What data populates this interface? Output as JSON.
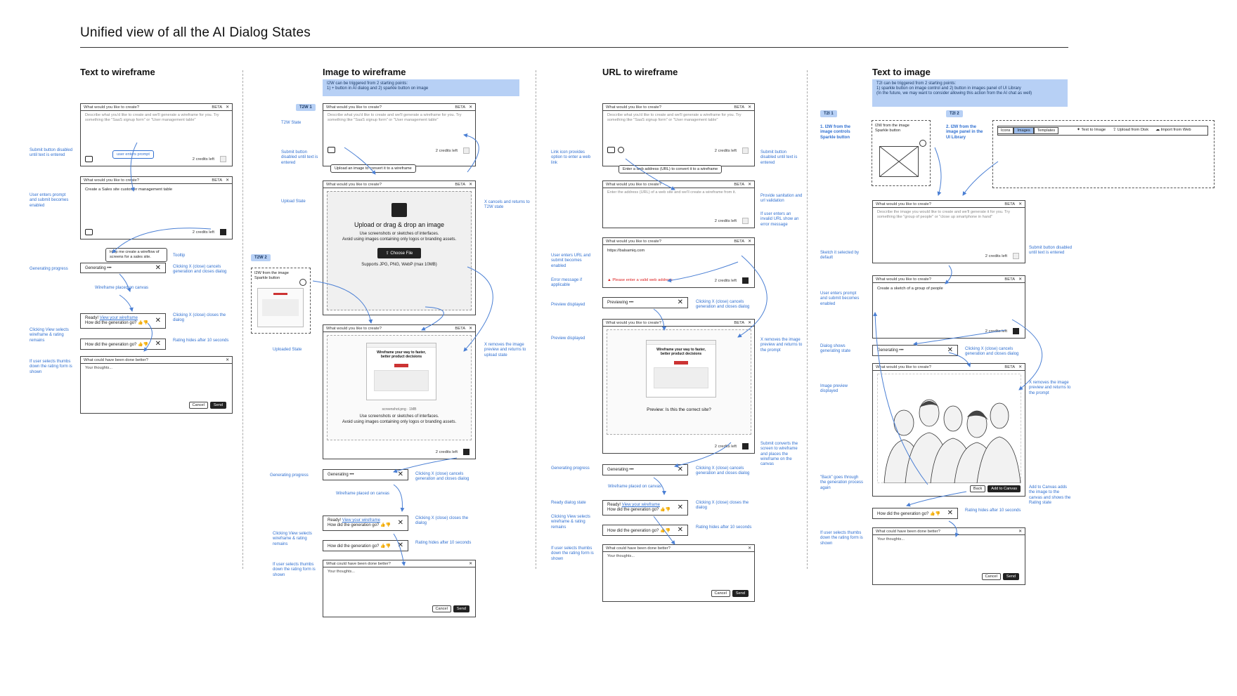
{
  "title": "Unified view of all the AI Dialog States",
  "columns": {
    "t2w": "Text to wireframe",
    "i2w": "Image to wireframe",
    "u2w": "URL to wireframe",
    "t2i": "Text to image"
  },
  "common": {
    "header": "What would you like to create?",
    "beta": "BETA",
    "close": "✕",
    "credits": "2 credits left",
    "generating": "Generating •••",
    "ready": "Ready!",
    "view_link": "View your wireframe",
    "how": "How did the generation go?",
    "thumbs": "👍👎",
    "better": "What could have been done better?",
    "thoughts": "Your thoughts...",
    "cancel": "Cancel",
    "send": "Send",
    "previewing": "Previewing •••"
  },
  "t2w": {
    "placeholder": "Describe what you'd like to create and we'll generate a wireframe for you. Try something like \"SaaS signup form\" or \"User management table\"",
    "typed": "Create a Sales site customer management table",
    "user_enters": "user enters prompt",
    "tooltip": "Help me create a wireflow of screens for a sales site.",
    "notes": {
      "n1": "Submit button disabled until text is entered",
      "n2": "User enters prompt and submit becomes enabled",
      "n3": "Generating progress",
      "n4": "Wireframe placed on canvas",
      "n5": "Clicking View selects wireframe & rating remains",
      "n6": "If user selects thumbs down the rating form is shown",
      "r1": "Tooltip",
      "r2": "Clicking X (close) cancels generation and closes dialog",
      "r3": "Clicking X (close) closes the dialog",
      "r4": "Rating hides after 10 seconds"
    }
  },
  "i2w": {
    "banner": "I2W can be triggered from 2 starting points:\n1) + button in AI dialog and 2) sparkle button on image",
    "tag1": "T2W 1",
    "tag2": "T2W 2",
    "upload_tip": "Upload an image to convert it to a wireframe",
    "upload_title": "Upload or drag & drop an image",
    "upload_sub": "Use screenshots or sketches of interfaces.\nAvoid using images containing only logos or branding assets.",
    "choose": "⇪ Choose File",
    "supports": "Supports JPG, PNG, WebP (max 10MB)",
    "file_name": "screenshot.png · 1MB",
    "preview_headline": "Wireframe your way to faster, better product decisions",
    "i2w_from": "I2W from the image Sparkle button",
    "notes": {
      "a": "T2W State",
      "b": "Submit button disabled until text is entered",
      "c": "Upload State",
      "d": "Uploaded State",
      "e": "Generating progress",
      "f": "Wireframe placed on canvas",
      "g": "Clicking View selects wireframe & rating remains",
      "h": "If user selects thumbs down the rating form is shown",
      "r1": "X cancels and returns to T2W state",
      "r2": "X removes the image preview and returns to upload state",
      "r3": "Clicking X (close) cancels generation and closes dialog",
      "r4": "Clicking X (close) closes the dialog",
      "r5": "Rating hides after 10 seconds"
    }
  },
  "u2w": {
    "url_tip": "Enter a web address (URL) to convert it to a wireframe",
    "placeholder": "Enter the address (URL) of a web site and we'll create a wireframe from it.",
    "url": "https://balsamiq.com",
    "error": "▲ Please enter a valid web address",
    "is_correct": "Preview: Is this the correct site?",
    "notes": {
      "a": "Link icon provides option to enter a web link",
      "b": "User enters URL and submit becomes enabled",
      "c": "Error message if applicable",
      "d": "Preview displayed",
      "e": "Preview displayed",
      "f": "Generating progress",
      "g": "Wireframe placed on canvas",
      "h": "Ready dialog state",
      "i": "Clicking View selects wireframe & rating remains",
      "j": "If user selects thumbs down the rating form is shown",
      "r1": "Submit button disabled until text is entered",
      "r2": "Provide sanitation and url validation",
      "r3": "If user enters an invalid URL show an error message",
      "r4": "Clicking X (close) cancels generation and closes dialog",
      "r5": "X removes the image preview and returns to the prompt",
      "r6": "Submit converts the screen to wireframe and places the wireframe on the canvas",
      "r7": "Clicking X (close) cancels generation and closes dialog",
      "r8": "Clicking X (close) closes the dialog",
      "r9": "Rating hides after 10 seconds"
    }
  },
  "t2i": {
    "banner": "T2I can be triggered from 2 starting points:\n1) sparkle button on image control and 2) button in images panel of UI Library\n(In the future, we may want to consider allowing this action from the AI chat as well)",
    "tag1": "T2I 1",
    "tag2": "T2I 2",
    "tag1_desc": "1. I2W from the image controls Sparkle button",
    "tag2_desc": "2. I2W from the image panel in the UI Library",
    "i2w_from": "I2W from the image Sparkle button",
    "lib_tabs": [
      "Icons",
      "Images",
      "Templates"
    ],
    "lib_actions": [
      "✦ Text to Image",
      "⇪ Upload from Disk",
      "☁ Import from Web"
    ],
    "placeholder": "Describe the image you would like to create and we'll generate it for you. Try something like \"group of people\" or \"close up smartphone in hand\"",
    "typed": "Create a sketch of a group of people",
    "back": "Back",
    "add": "Add to Canvas",
    "notes": {
      "a": "Sketch it selected by default",
      "b": "User enters prompt and submit becomes enabled",
      "c": "Dialog shows generating state",
      "d": "Image preview displayed",
      "e": "\"Back\" goes through the generation process again",
      "f": "If user selects thumbs down the rating form is shown",
      "r1": "Submit button disabled until text is entered",
      "r2": "Clicking X (close) cancels generation and closes dialog",
      "r3": "X removes the image preview and returns to the prompt",
      "r4": "Add to Canvas adds the image to the canvas and shows the Rating state",
      "r5": "Rating hides after 10 seconds"
    }
  },
  "colors": {
    "note": "#2f6fd0",
    "banner": "#b7d0f5",
    "stroke": "#444444"
  }
}
